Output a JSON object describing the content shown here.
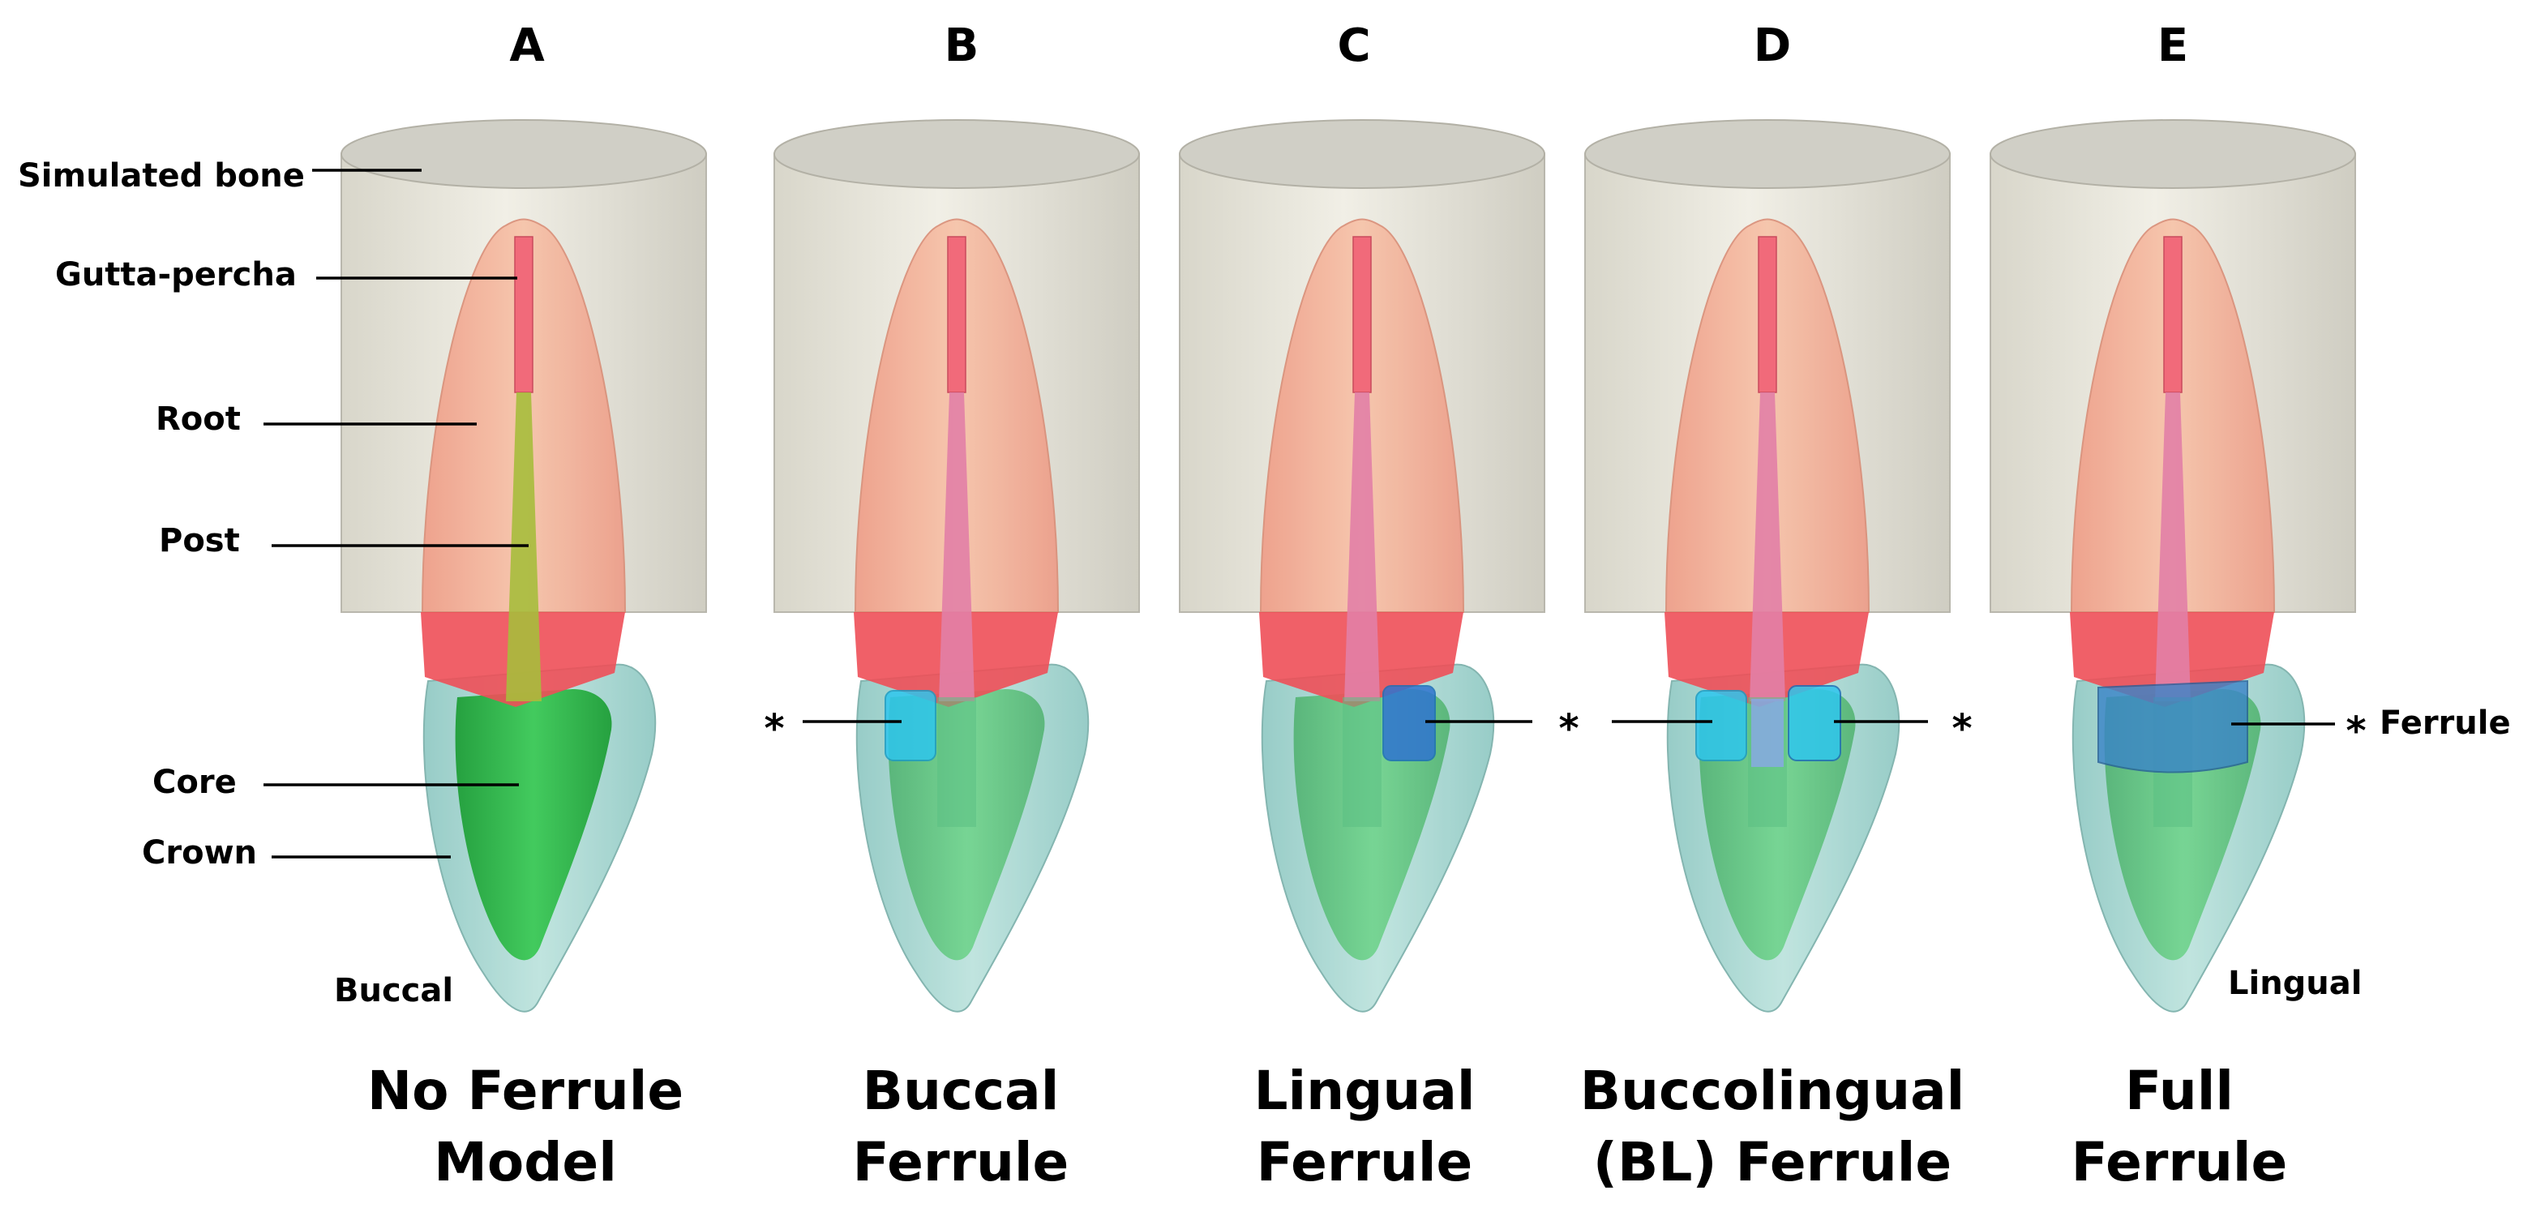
{
  "colors": {
    "bone": "#e6e4d8",
    "bone_top": "#d0cfc6",
    "root": "#f3a98f",
    "root_band": "#ee4f58",
    "gutta_percha": "#f16a7a",
    "post_panel_a": "#a7bd3c",
    "post": "#e27fa6",
    "core": "#2ab443",
    "crown": "#96cec8",
    "ferrule": "#2ec6ee",
    "ferrule_dark": "#2f74d0"
  },
  "panels": [
    {
      "letter": "A",
      "caption": [
        "No Ferrule",
        "Model"
      ],
      "ferrule": "none"
    },
    {
      "letter": "B",
      "caption": [
        "Buccal",
        "Ferrule"
      ],
      "ferrule": "buccal"
    },
    {
      "letter": "C",
      "caption": [
        "Lingual",
        "Ferrule"
      ],
      "ferrule": "lingual"
    },
    {
      "letter": "D",
      "caption": [
        "Buccolingual",
        "(BL) Ferrule"
      ],
      "ferrule": "buccolingual"
    },
    {
      "letter": "E",
      "caption": [
        "Full",
        "Ferrule"
      ],
      "ferrule": "full"
    }
  ],
  "labels": {
    "simulated_bone": "Simulated bone",
    "gutta_percha": "Gutta-percha",
    "root": "Root",
    "post": "Post",
    "core": "Core",
    "crown": "Crown",
    "buccal": "Buccal",
    "lingual": "Lingual",
    "ferrule": "Ferrule",
    "asterisk": "*"
  }
}
